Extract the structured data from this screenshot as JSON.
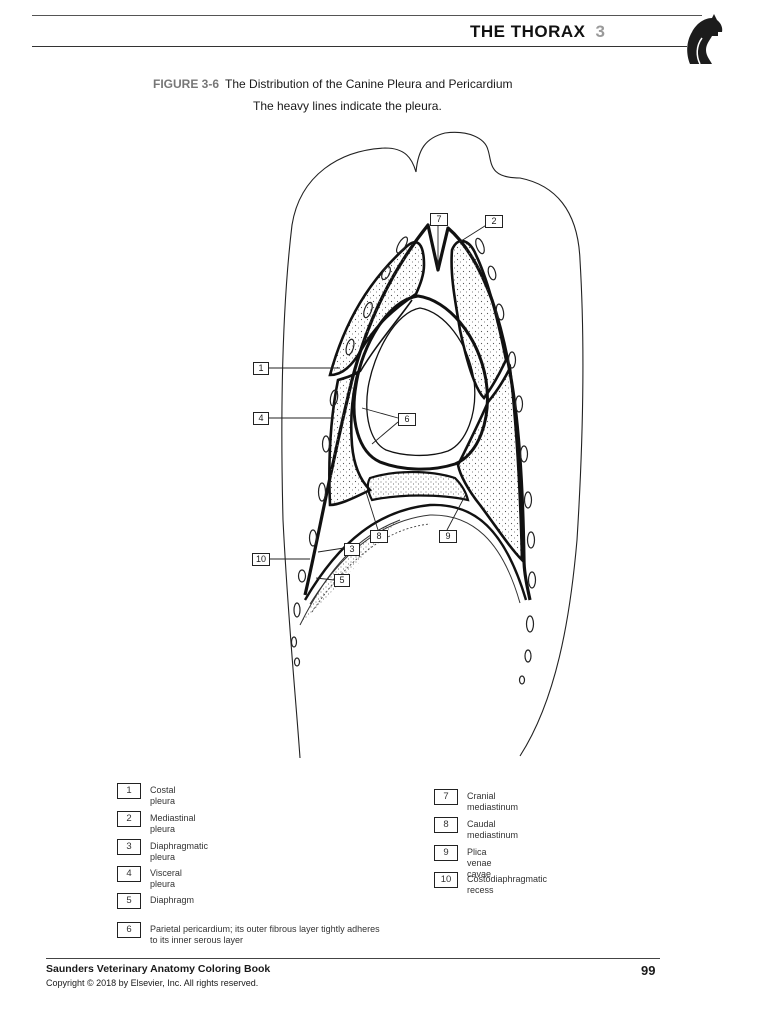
{
  "header": {
    "chapter_title": "THE THORAX",
    "chapter_number": "3",
    "icon": "dog-head-icon"
  },
  "figure": {
    "label": "FIGURE 3-6",
    "title": "The Distribution of the Canine Pleura and Pericardium",
    "subtitle": "The heavy lines indicate the pleura."
  },
  "diagram_labels": [
    "7",
    "2",
    "1",
    "4",
    "6",
    "8",
    "9",
    "3",
    "10",
    "5"
  ],
  "legend_left": [
    {
      "num": "1",
      "text": "Costal pleura"
    },
    {
      "num": "2",
      "text": "Mediastinal pleura"
    },
    {
      "num": "3",
      "text": "Diaphragmatic pleura"
    },
    {
      "num": "4",
      "text": "Visceral pleura"
    },
    {
      "num": "5",
      "text": "Diaphragm"
    },
    {
      "num": "6",
      "text": "Parietal pericardium; its outer fibrous layer tightly adheres to its inner serous layer"
    }
  ],
  "legend_right": [
    {
      "num": "7",
      "text": "Cranial mediastinum"
    },
    {
      "num": "8",
      "text": "Caudal mediastinum"
    },
    {
      "num": "9",
      "text": "Plica venae cavae"
    },
    {
      "num": "10",
      "text": "Costodiaphragmatic recess"
    }
  ],
  "footer": {
    "book": "Saunders Veterinary Anatomy Coloring Book",
    "copyright": "Copyright © 2018 by Elsevier, Inc. All rights reserved.",
    "page": "99"
  }
}
